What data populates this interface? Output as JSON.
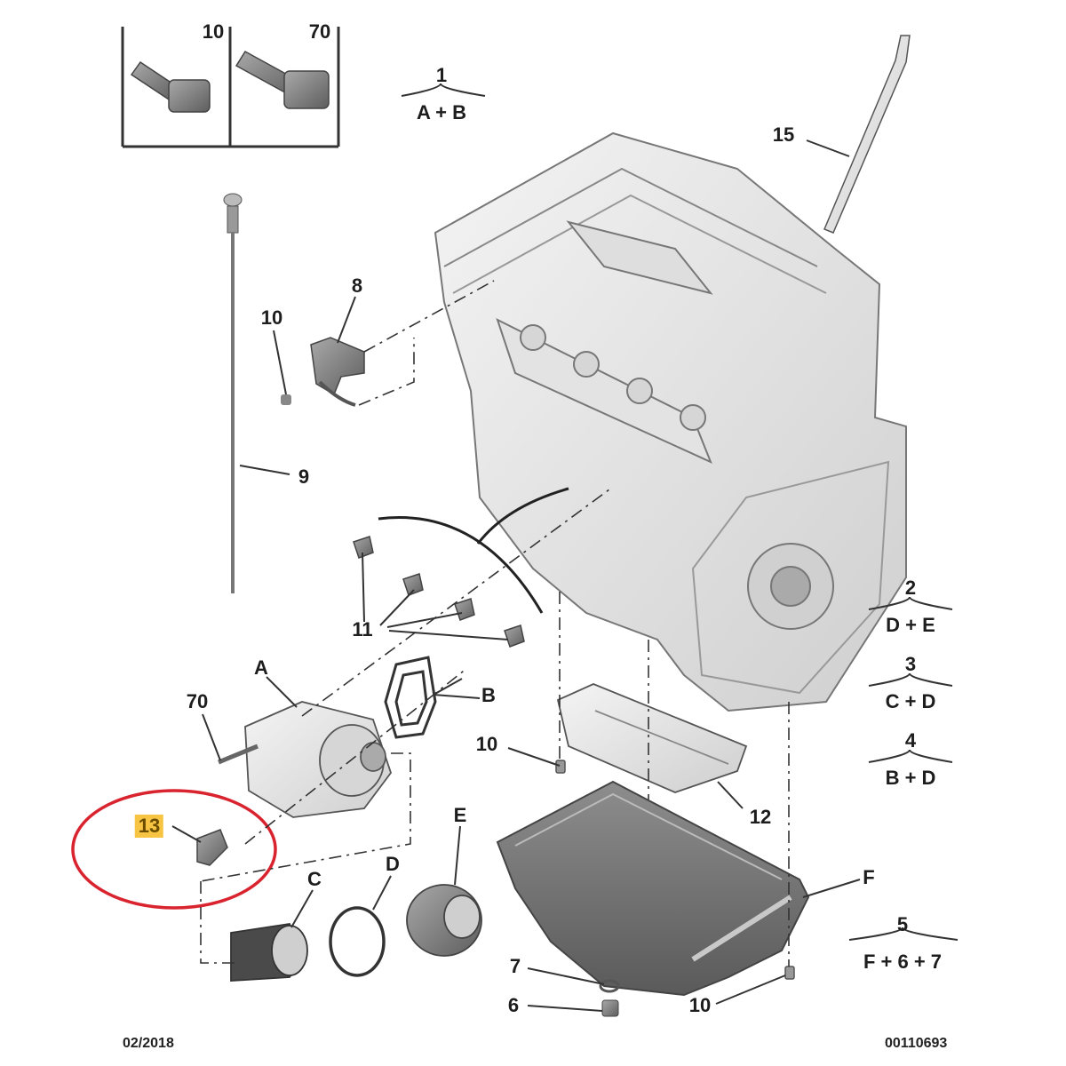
{
  "bolt_box": {
    "left_ref": "10",
    "right_ref": "70"
  },
  "callouts": {
    "c15": "15",
    "c8": "8",
    "c10a": "10",
    "c9": "9",
    "c11": "11",
    "cA": "A",
    "cB": "B",
    "c70": "70",
    "c13": "13",
    "c10b": "10",
    "c12": "12",
    "cE": "E",
    "cD": "D",
    "cC": "C",
    "cF": "F",
    "c7": "7",
    "c6": "6",
    "c10c": "10"
  },
  "kits": [
    {
      "number": "1",
      "contents": "A + B"
    },
    {
      "number": "2",
      "contents": "D + E"
    },
    {
      "number": "3",
      "contents": "C + D"
    },
    {
      "number": "4",
      "contents": "B + D"
    },
    {
      "number": "5",
      "contents": "F + 6 + 7"
    }
  ],
  "footer": {
    "date": "02/2018",
    "ref": "00110693"
  },
  "colors": {
    "highlight": "#f7c443",
    "circle": "#d9232e",
    "line": "#333333"
  },
  "highlighted_part": "13"
}
